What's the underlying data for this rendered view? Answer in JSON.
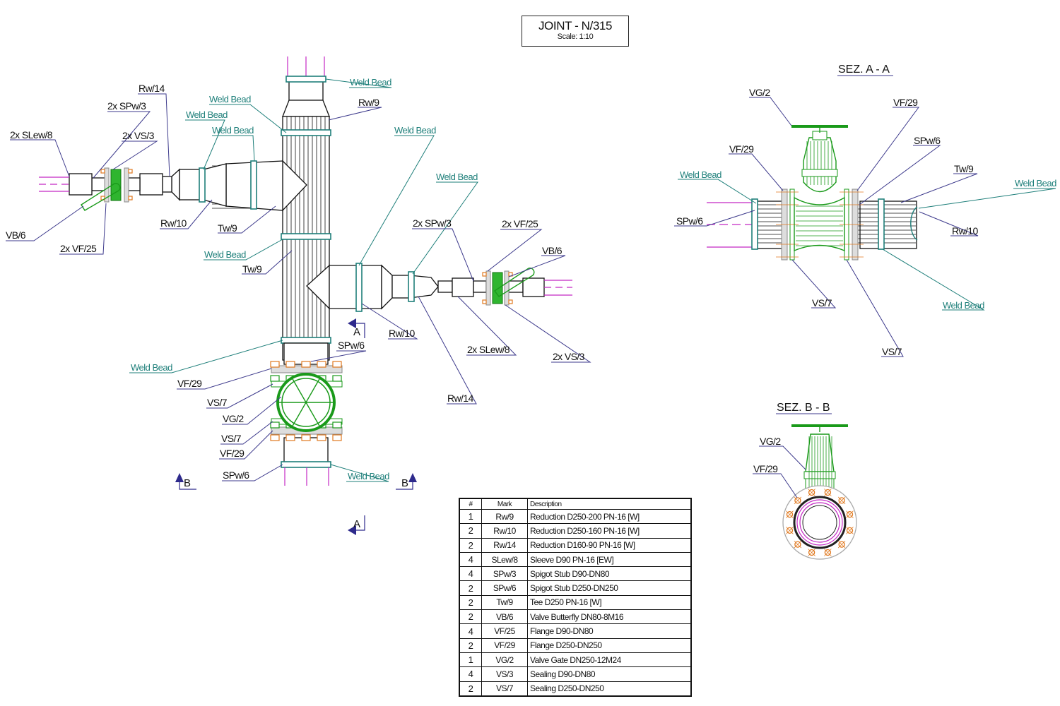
{
  "title_block": {
    "title": "JOINT - N/315",
    "scale": "Scale: 1:10"
  },
  "main_view": {
    "labels": {
      "rw14_left": "Rw/14",
      "spw3_left": "2x SPw/3",
      "slew8_left": "2x SLew/8",
      "vs3_left": "2x VS/3",
      "vb6_left": "VB/6",
      "vf25_left": "2x VF/25",
      "rw10_left": "Rw/10",
      "tw9_a": "Tw/9",
      "tw9_b": "Tw/9",
      "rw9": "Rw/9",
      "weld_top": "Weld Bead",
      "weld_upper": "Weld Bead",
      "weld_left1": "Weld Bead",
      "weld_left2": "Weld Bead",
      "weld_mid": "Weld Bead",
      "weld_right1": "Weld Bead",
      "weld_right2": "Weld Bead",
      "weld_lower": "Weld Bead",
      "weld_bottom": "Weld Bead",
      "spw3_right": "2x SPw/3",
      "vf25_right": "2x VF/25",
      "vb6_right": "VB/6",
      "rw10_right": "Rw/10",
      "slew8_right": "2x SLew/8",
      "vs3_right": "2x VS/3",
      "rw14_right": "Rw/14",
      "spw6_upper": "SPw/6",
      "vf29_upper": "VF/29",
      "vs7_upper": "VS/7",
      "vg2": "VG/2",
      "vs7_lower": "VS/7",
      "vf29_lower": "VF/29",
      "spw6_lower": "SPw/6"
    },
    "section_marks": {
      "a_top": "A",
      "a_bottom": "A",
      "b_left": "B",
      "b_right": "B"
    }
  },
  "section_aa": {
    "title": "SEZ. A - A",
    "labels": {
      "vg2": "VG/2",
      "vf29_right": "VF/29",
      "vf29_left": "VF/29",
      "spw6_right": "SPw/6",
      "tw9": "Tw/9",
      "weld_left": "Weld Bead",
      "weld_right": "Weld Bead",
      "spw6_left": "SPw/6",
      "rw10": "Rw/10",
      "vs7_left": "VS/7",
      "weld_bottom": "Weld Bead",
      "vs7_right": "VS/7"
    }
  },
  "section_bb": {
    "title": "SEZ. B - B",
    "labels": {
      "vg2": "VG/2",
      "vf29": "VF/29"
    }
  },
  "bill_of_materials": {
    "headers": [
      "#",
      "Mark",
      "Description"
    ],
    "rows": [
      {
        "qty": "1",
        "mark": "Rw/9",
        "description": "Reduction D250-200 PN-16 [W]"
      },
      {
        "qty": "2",
        "mark": "Rw/10",
        "description": "Reduction D250-160 PN-16 [W]"
      },
      {
        "qty": "2",
        "mark": "Rw/14",
        "description": "Reduction D160-90 PN-16 [W]"
      },
      {
        "qty": "4",
        "mark": "SLew/8",
        "description": "Sleeve D90 PN-16 [EW]"
      },
      {
        "qty": "4",
        "mark": "SPw/3",
        "description": "Spigot Stub D90-DN80"
      },
      {
        "qty": "2",
        "mark": "SPw/6",
        "description": "Spigot Stub D250-DN250"
      },
      {
        "qty": "2",
        "mark": "Tw/9",
        "description": "Tee D250 PN-16 [W]"
      },
      {
        "qty": "2",
        "mark": "VB/6",
        "description": "Valve Butterfly DN80-8M16"
      },
      {
        "qty": "4",
        "mark": "VF/25",
        "description": "Flange D90-DN80"
      },
      {
        "qty": "2",
        "mark": "VF/29",
        "description": "Flange D250-DN250"
      },
      {
        "qty": "1",
        "mark": "VG/2",
        "description": "Valve Gate DN250-12M24"
      },
      {
        "qty": "4",
        "mark": "VS/3",
        "description": "Sealing D90-DN80"
      },
      {
        "qty": "2",
        "mark": "VS/7",
        "description": "Sealing D250-DN250"
      }
    ]
  },
  "colors": {
    "leader": "#3d3a8c",
    "weld_bead": "#1e7f7a",
    "valve": "#2fb52f",
    "bolt": "#e0781e",
    "axis": "#c428c4"
  }
}
